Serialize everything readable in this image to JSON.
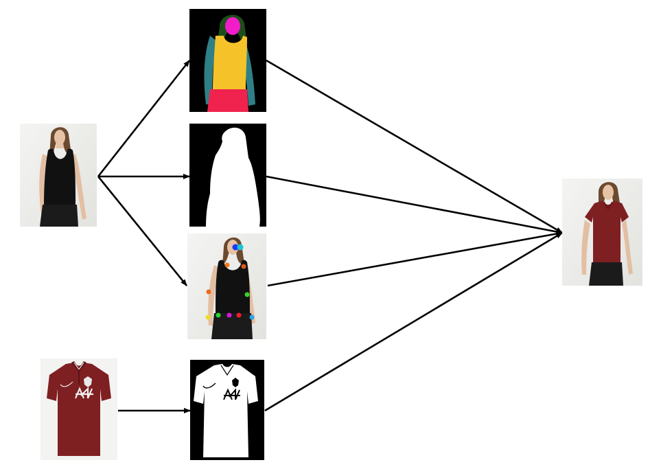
{
  "diagram": {
    "nodes": [
      {
        "id": "person-photo",
        "kind": "photo"
      },
      {
        "id": "segmentation-map",
        "kind": "parsing"
      },
      {
        "id": "body-mask",
        "kind": "silhouette"
      },
      {
        "id": "pose-keypoints",
        "kind": "pose"
      },
      {
        "id": "garment-photo",
        "kind": "garment"
      },
      {
        "id": "garment-mask",
        "kind": "garment-mask"
      },
      {
        "id": "tryon-result",
        "kind": "result"
      }
    ],
    "edges": [
      {
        "from": "person-photo",
        "to": "segmentation-map"
      },
      {
        "from": "person-photo",
        "to": "body-mask"
      },
      {
        "from": "person-photo",
        "to": "pose-keypoints"
      },
      {
        "from": "garment-photo",
        "to": "garment-mask"
      },
      {
        "from": "segmentation-map",
        "to": "tryon-result"
      },
      {
        "from": "body-mask",
        "to": "tryon-result"
      },
      {
        "from": "pose-keypoints",
        "to": "tryon-result"
      },
      {
        "from": "garment-mask",
        "to": "tryon-result"
      }
    ],
    "colors": {
      "arrow": "#000000",
      "parsing_hair": "#1f4d1a",
      "parsing_face": "#f21cc8",
      "parsing_top": "#f5c22a",
      "parsing_arms": "#2f7f86",
      "parsing_pants": "#f0234f",
      "shirt_maroon": "#7e1f22",
      "tank_black": "#111111",
      "background_gray": "#ececea"
    }
  }
}
